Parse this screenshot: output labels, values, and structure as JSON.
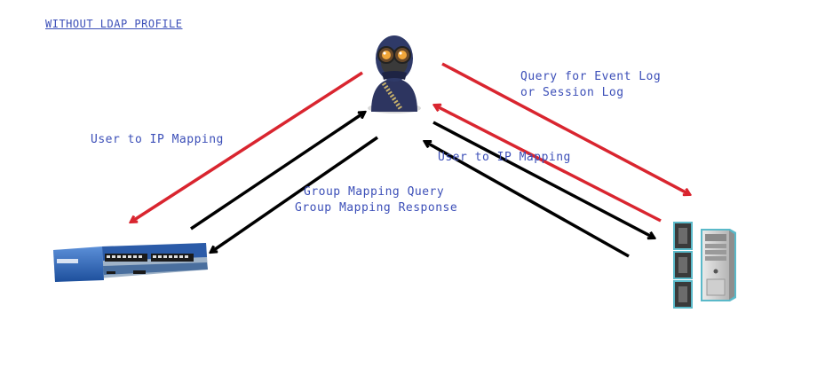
{
  "title": "WITHOUT LDAP PROFILE",
  "labels": {
    "query_event_log_line1": "Query for Event Log",
    "query_event_log_line2": "or Session Log",
    "user_to_ip_left": "User to IP Mapping",
    "user_to_ip_right": "User to IP Mapping",
    "group_mapping_query": "Group Mapping Query",
    "group_mapping_response": "Group Mapping Response"
  },
  "colors": {
    "label_text": "#3c4fb8",
    "red_arrow": "#d9252f",
    "black_arrow": "#000000"
  },
  "icons": {
    "agent": "user-id-agent-icon",
    "firewall": "firewall-appliance-icon",
    "server": "server-tower-icon"
  }
}
